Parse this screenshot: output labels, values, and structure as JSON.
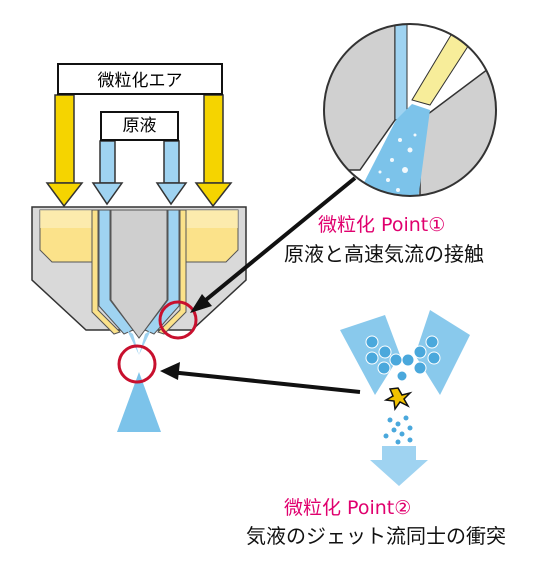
{
  "labels": {
    "atomizing_air": "微粒化エア",
    "raw_liquid": "原液"
  },
  "points": [
    {
      "title": "微粒化 Point①",
      "description": "原液と高速気流の接触"
    },
    {
      "title": "微粒化 Point②",
      "description": "気液のジェット流同士の衝突"
    }
  ],
  "colors": {
    "air_yellow": "#f5d400",
    "liquid_blue": "#9fd3f1",
    "body_gray": "#d9d9d9",
    "inner_yellow": "#fbe28a",
    "highlight_red": "#c8102e",
    "point_magenta": "#e0006e",
    "droplet_blue": "#4aa8dc"
  }
}
